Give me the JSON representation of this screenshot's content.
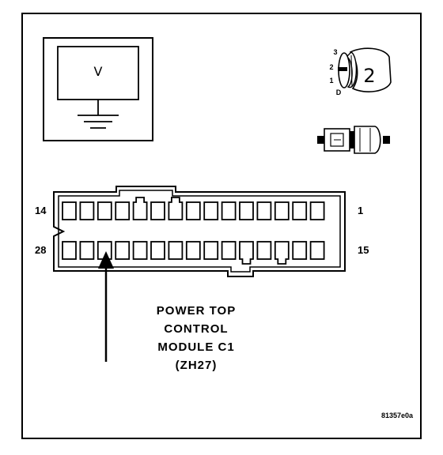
{
  "meter": {
    "symbol": "V"
  },
  "switch": {
    "positions": [
      "3",
      "2",
      "1",
      "D"
    ],
    "value": "2"
  },
  "connector": {
    "top_left_pin": "14",
    "top_right_pin": "1",
    "bottom_left_pin": "28",
    "bottom_right_pin": "15"
  },
  "caption": {
    "line1": "POWER TOP",
    "line2": "CONTROL",
    "line3": "MODULE C1",
    "line4": "(ZH27)"
  },
  "figure_id": "81357e0a"
}
